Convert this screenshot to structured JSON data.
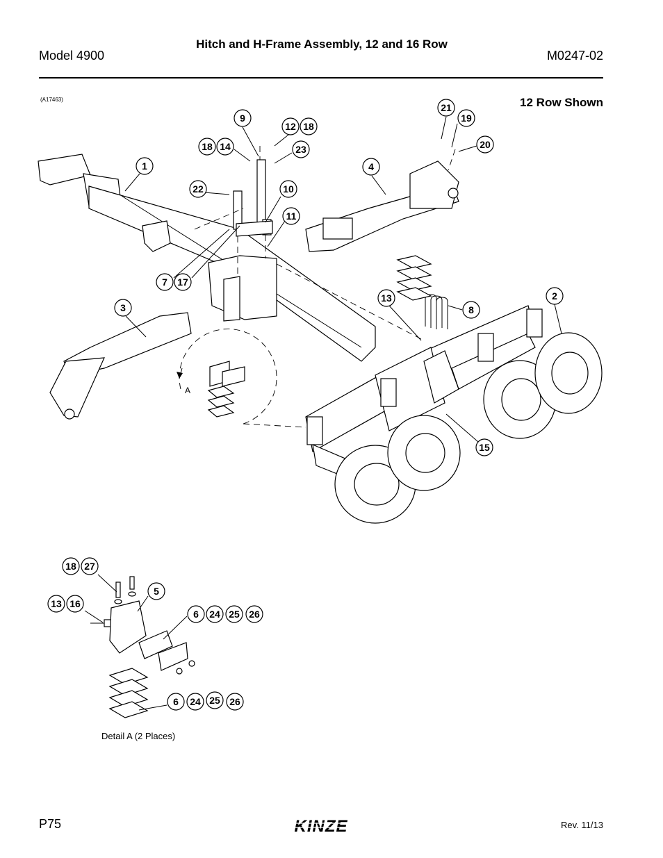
{
  "header": {
    "model": "Model 4900",
    "title": "Hitch and H-Frame Assembly, 12 and 16 Row",
    "doc_number": "M0247-02"
  },
  "figure": {
    "id": "(A17463)",
    "view_note": "12 Row Shown",
    "detail_label": "A",
    "detail_caption": "Detail A (2 Places)",
    "callouts_main": [
      "1",
      "2",
      "3",
      "4",
      "7",
      "17",
      "8",
      "9",
      "10",
      "11",
      "12",
      "18",
      "13",
      "14",
      "18",
      "15",
      "19",
      "20",
      "21",
      "22",
      "23"
    ],
    "callouts_detail": [
      "18",
      "27",
      "5",
      "13",
      "16",
      "6",
      "24",
      "25",
      "26",
      "6",
      "24",
      "25",
      "26"
    ]
  },
  "footer": {
    "page": "P75",
    "brand": "KINZE",
    "revision": "Rev. 11/13"
  }
}
